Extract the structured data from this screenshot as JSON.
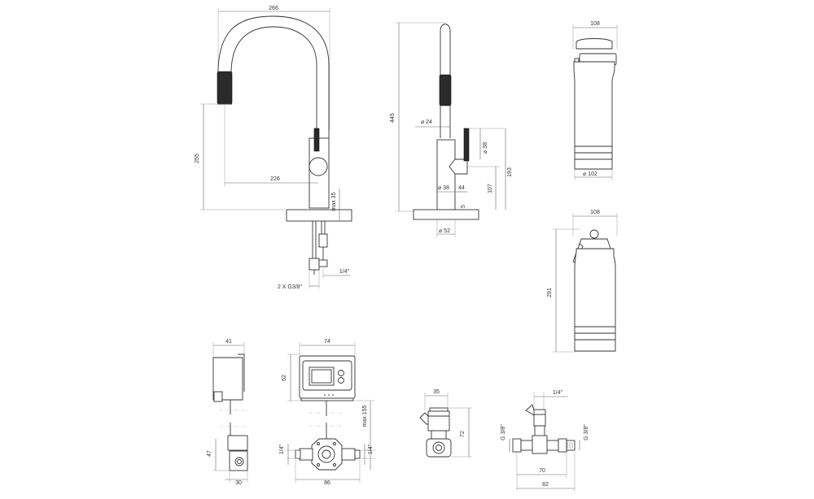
{
  "faucet_front": {
    "width": "266",
    "height": "255",
    "reach": "226",
    "max_thickness": "max 35",
    "connections": "2 X G3/8\"",
    "small_conn": "1/4\""
  },
  "faucet_side": {
    "height": "445",
    "spout_dia": "24",
    "handle_dia": "38",
    "body_dia": "38",
    "offset": "44",
    "h193": "193",
    "h107": "107",
    "base_thick": "5",
    "base_dia": "52"
  },
  "filter_top": {
    "width": "108",
    "dia": "102"
  },
  "filter_bottom": {
    "width": "108",
    "height": "291"
  },
  "control_box_side": {
    "width": "41",
    "height": "47",
    "bottom": "30"
  },
  "control_box_front": {
    "width": "74",
    "height": "62",
    "max_len": "max 155",
    "left_port": "1/4\"",
    "right_port": "1/4\"",
    "bottom": "86"
  },
  "valve": {
    "width": "35",
    "height": "72"
  },
  "tee": {
    "top": "1/4\"",
    "left": "G 3/8\"",
    "right": "G 3/8\"",
    "inner": "70",
    "outer": "82"
  }
}
